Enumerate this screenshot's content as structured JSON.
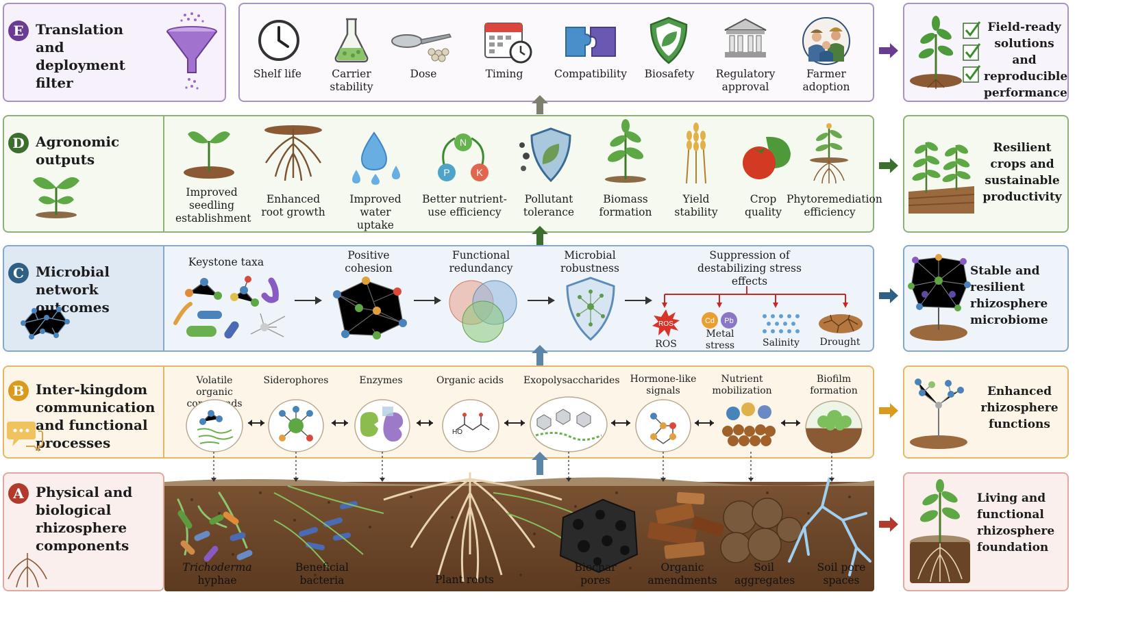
{
  "layers": {
    "E": {
      "letter": "E",
      "title": "Translation and deployment filter",
      "color": "#6a3b93",
      "items": [
        "Shelf life",
        "Carrier stability",
        "Dose",
        "Timing",
        "Compatibility",
        "Biosafety",
        "Regulatory approval",
        "Farmer adoption"
      ],
      "outcome": "Field-ready solutions and reproducible performance"
    },
    "D": {
      "letter": "D",
      "title": "Agronomic outputs",
      "color": "#3c6e2e",
      "items": [
        "Improved seedling establishment",
        "Enhanced root growth",
        "Improved water uptake",
        "Better nutrient-use efficiency",
        "Pollutant tolerance",
        "Biomass formation",
        "Yield stability",
        "Crop quality",
        "Phytoremediation efficiency"
      ],
      "outcome": "Resilient crops and sustainable productivity"
    },
    "C": {
      "letter": "C",
      "title": "Microbial network outcomes",
      "color": "#2e5f85",
      "items": [
        "Keystone taxa",
        "Positive cohesion",
        "Functional redundancy",
        "Microbial robustness",
        "Suppression of destabilizing stress effects"
      ],
      "stresses": [
        "ROS",
        "Metal stress",
        "Salinity",
        "Drought"
      ],
      "stress_icons": {
        "ros": "ROS",
        "cd": "Cd",
        "pb": "Pb"
      },
      "outcome": "Stable and resilient rhizosphere microbiome"
    },
    "B": {
      "letter": "B",
      "title": "Inter-kingdom communication and functional processes",
      "color": "#d99a1e",
      "items": [
        "Volatile organic compounds",
        "Siderophores",
        "Enzymes",
        "Organic acids",
        "Exopolysaccharides",
        "Hormone-like signals",
        "Nutrient mobilization",
        "Biofilm formation"
      ],
      "outcome": "Enhanced rhizosphere functions"
    },
    "A": {
      "letter": "A",
      "title": "Physical and biological rhizosphere components",
      "color": "#b13a2c",
      "items_italic": "Trichoderma",
      "items": [
        "hyphae",
        "Beneficial bacteria",
        "Plant roots",
        "Biochar pores",
        "Organic amendments",
        "Soil aggregates",
        "Soil pore spaces"
      ],
      "outcome": "Living and functional rhizosphere foundation"
    }
  }
}
